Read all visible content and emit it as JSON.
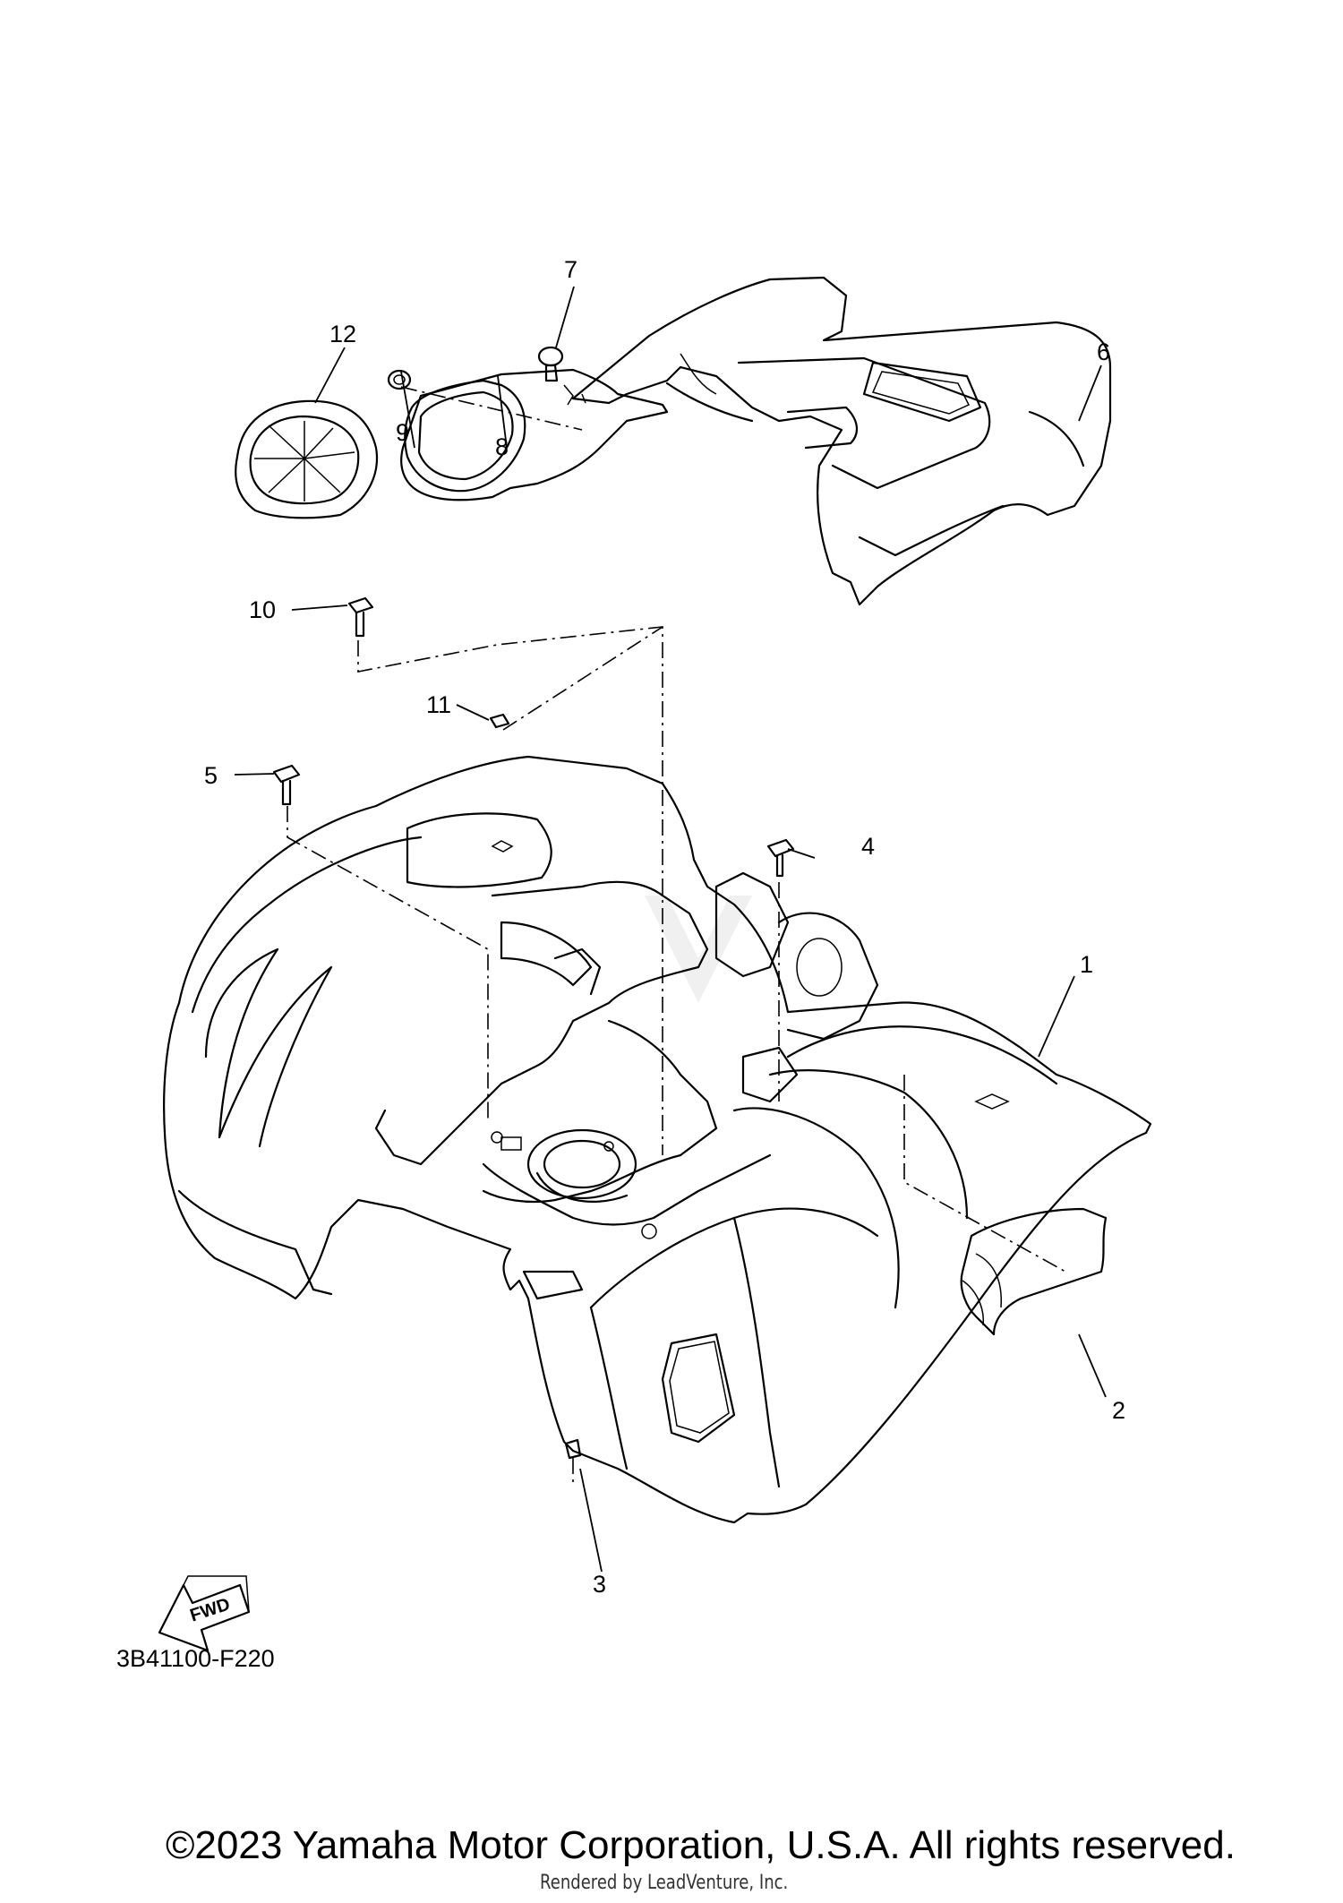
{
  "callouts": [
    {
      "id": "1",
      "label": "1"
    },
    {
      "id": "2",
      "label": "2"
    },
    {
      "id": "3",
      "label": "3"
    },
    {
      "id": "4",
      "label": "4"
    },
    {
      "id": "5",
      "label": "5"
    },
    {
      "id": "6",
      "label": "6"
    },
    {
      "id": "7",
      "label": "7"
    },
    {
      "id": "8",
      "label": "8"
    },
    {
      "id": "9",
      "label": "9"
    },
    {
      "id": "10",
      "label": "10"
    },
    {
      "id": "11",
      "label": "11"
    },
    {
      "id": "12",
      "label": "12"
    }
  ],
  "fwd_label": "FWD",
  "diagram_code": "3B41100-F220",
  "copyright": "©2023 Yamaha Motor Corporation, U.S.A. All rights reserved.",
  "rendered_by": "Rendered by LeadVenture, Inc.",
  "colors": {
    "line": "#000000",
    "background": "#ffffff",
    "watermark": "#e6e6e6"
  }
}
